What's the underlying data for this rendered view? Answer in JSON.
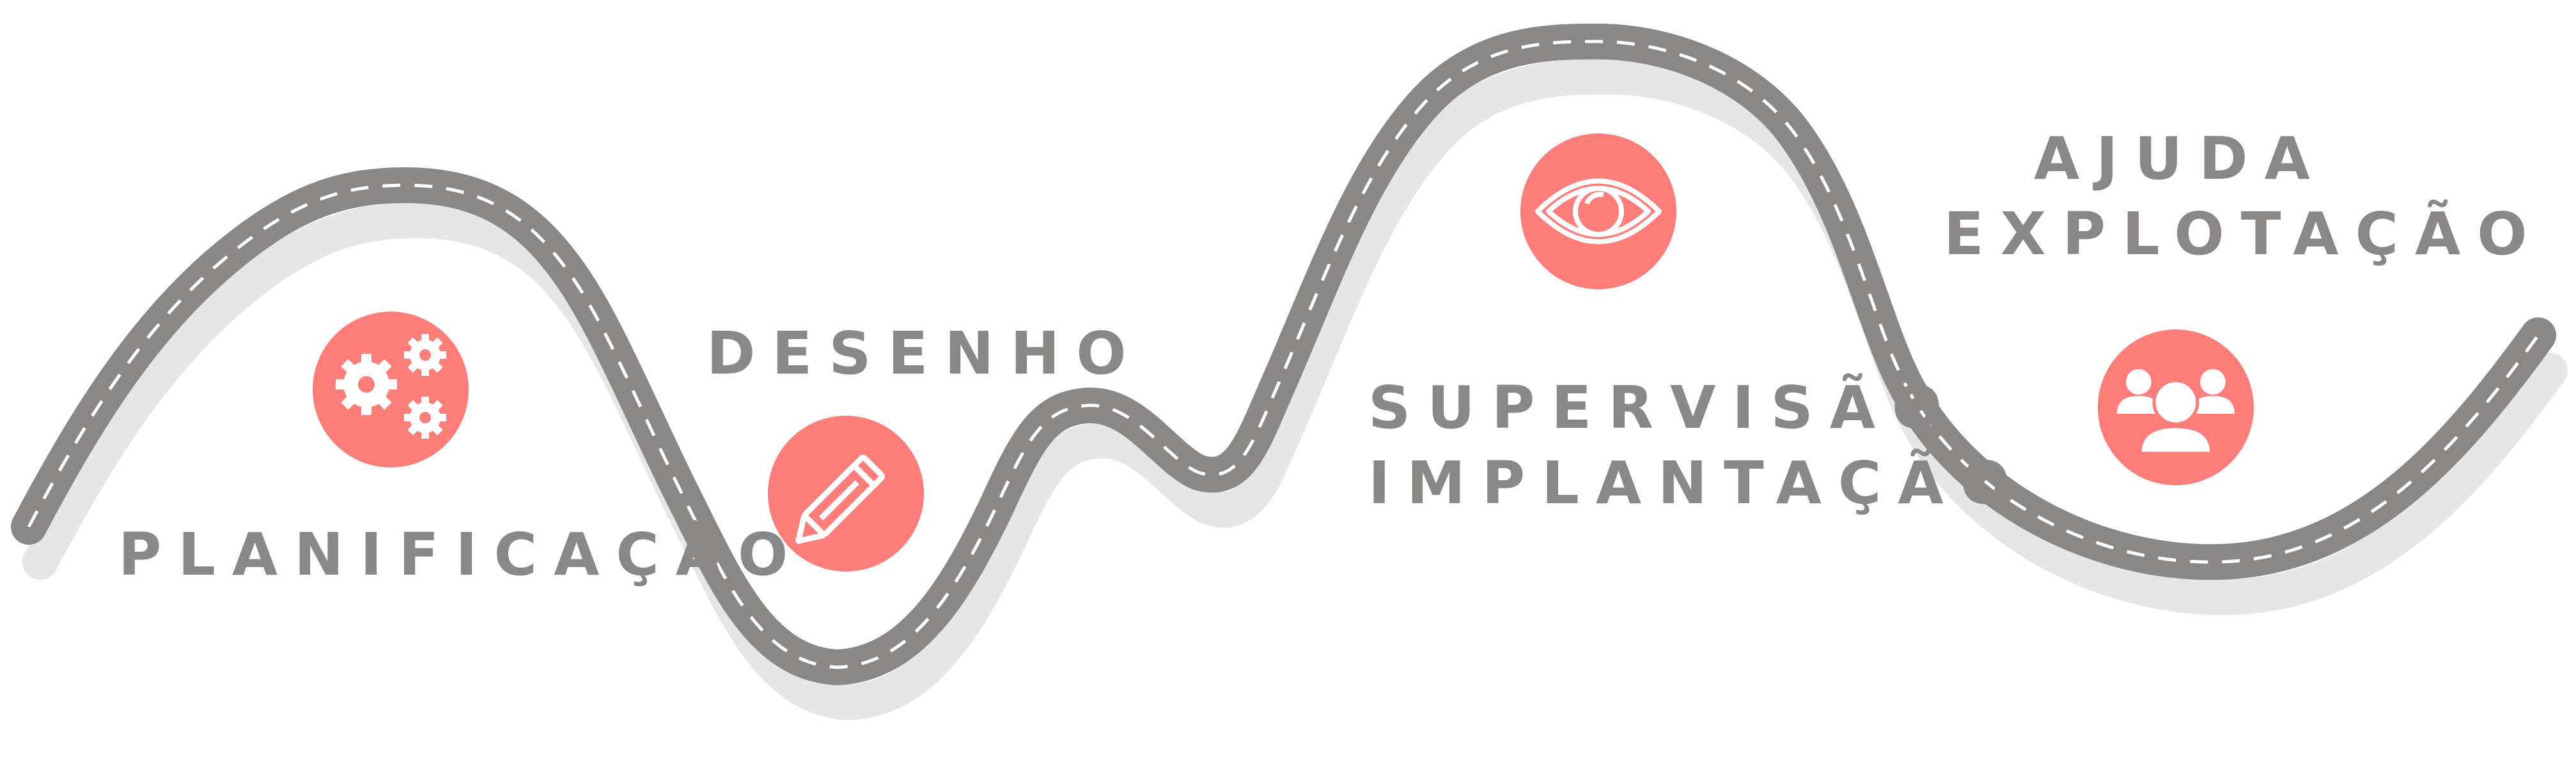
{
  "colors": {
    "road": "#8a8887",
    "road_shadow": "#e6e6e6",
    "lane_marking": "#ffffff",
    "icon_circle": "#fc7d7a",
    "icon_glyph": "#ffffff",
    "label_text": "#8a8887"
  },
  "stages": [
    {
      "label": "PLANIFICAÇÃO",
      "icon": "gears-icon"
    },
    {
      "label": "DESENHO",
      "icon": "pencil-icon"
    },
    {
      "label_lines": [
        "SUPERVISÃO",
        "IMPLANTAÇÃO"
      ],
      "icon": "eye-icon"
    },
    {
      "label_lines": [
        "AJUDA",
        "EXPLOTAÇÃO"
      ],
      "icon": "users-group-icon"
    }
  ]
}
